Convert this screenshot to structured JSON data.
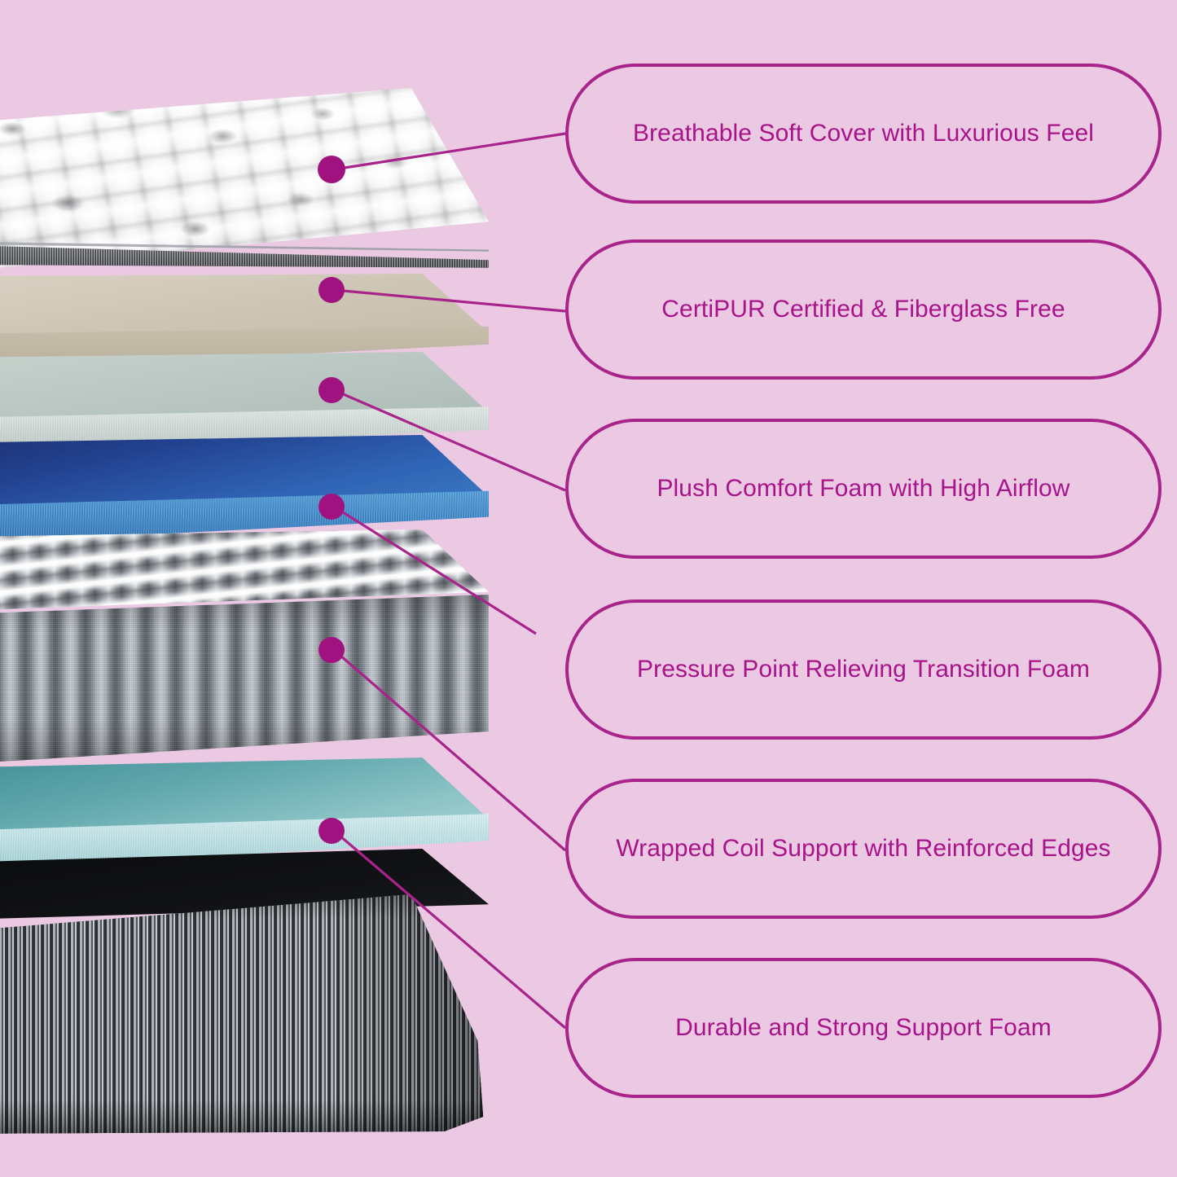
{
  "background_color": "#EBC9E3",
  "accent_color": "#A8238A",
  "label_text_color": "#A8138A",
  "marker_dot_color": "#A0127F",
  "graphic": {
    "name": "exploded-mattress-layer-diagram",
    "layers": [
      {
        "id": "cover",
        "name": "Quilted Knit Cover",
        "color": "#FFFFFF"
      },
      {
        "id": "beige-foam",
        "name": "Beige Certified Foam",
        "color": "#CFC7B6"
      },
      {
        "id": "sage-foam",
        "name": "Pale Sage Airflow Foam",
        "color": "#B9C6C1"
      },
      {
        "id": "blue-foam",
        "name": "Blue Plush Comfort Foam",
        "color": "#2F62B3"
      },
      {
        "id": "conv-foam",
        "name": "Convoluted Transition Foam",
        "color": "#AEB5BC"
      },
      {
        "id": "teal-foam",
        "name": "Teal Support Foam",
        "color": "#8CC3C6"
      },
      {
        "id": "coil-base",
        "name": "Wrapped Coil Base Unit",
        "color": "#3A3E43"
      }
    ]
  },
  "callouts": [
    {
      "id": "callout-0",
      "label": "Breathable Soft Cover with Luxurious Feel",
      "layer": "cover"
    },
    {
      "id": "callout-1",
      "label": "CertiPUR Certified & Fiberglass Free",
      "layer": "beige-foam"
    },
    {
      "id": "callout-2",
      "label": "Plush Comfort Foam with High Airflow",
      "layer": "sage-foam"
    },
    {
      "id": "callout-3",
      "label": "Pressure Point Relieving Transition Foam",
      "layer": "blue-foam"
    },
    {
      "id": "callout-4",
      "label": "Wrapped Coil Support with Reinforced Edges",
      "layer": "conv-foam"
    },
    {
      "id": "callout-5",
      "label": "Durable and Strong Support Foam",
      "layer": "teal-foam"
    }
  ]
}
